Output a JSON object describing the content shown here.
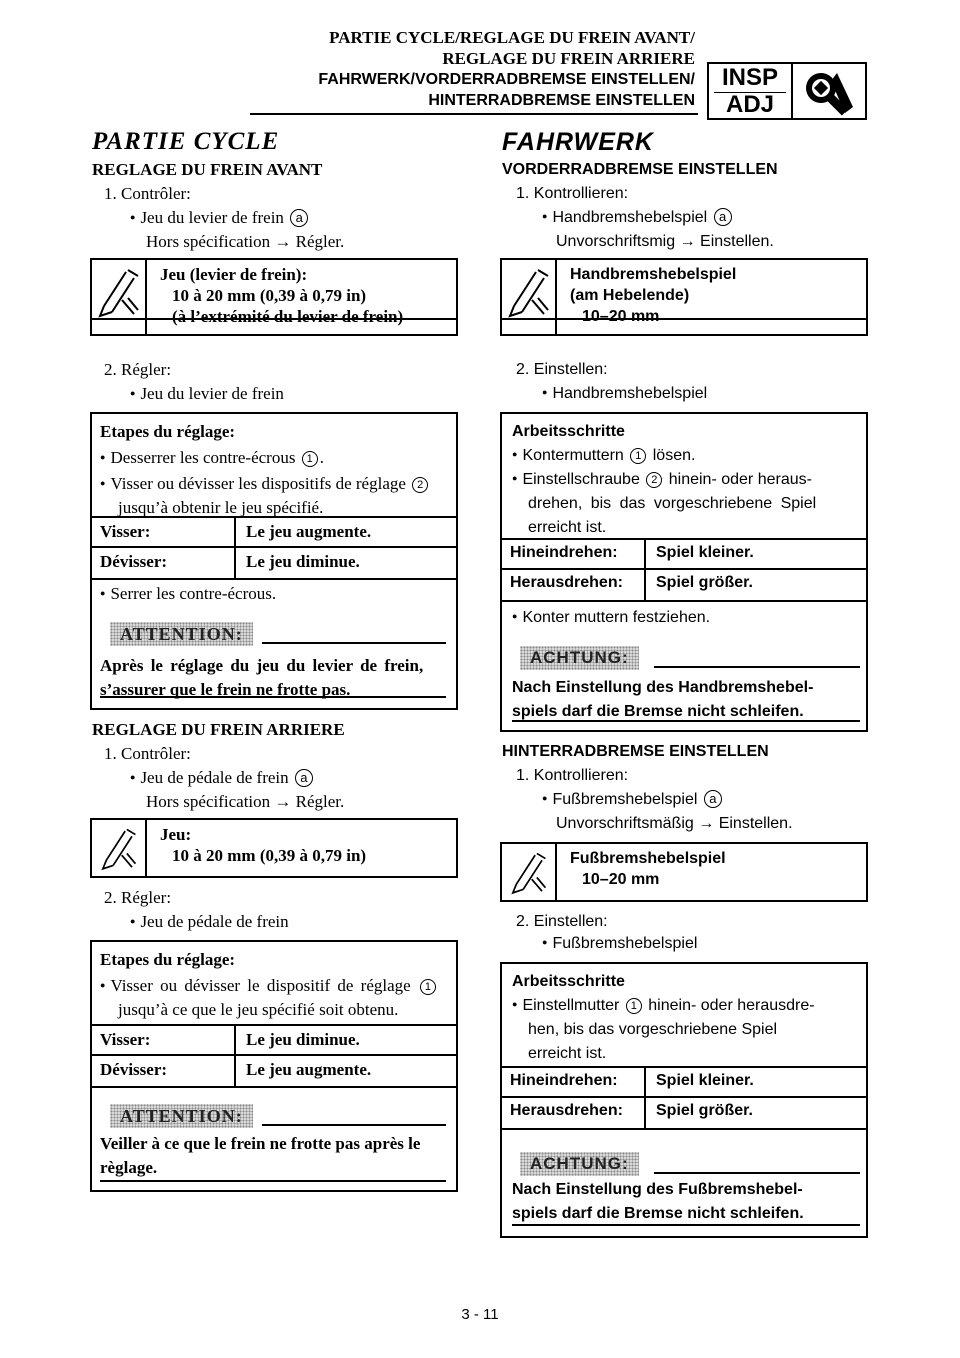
{
  "header": {
    "line1": "PARTIE CYCLE/REGLAGE DU FREIN AVANT/",
    "line2": "REGLAGE DU FREIN ARRIERE",
    "line3": "FAHRWERK/VORDERRADBREMSE EINSTELLEN/",
    "line4": "HINTERRADBREMSE EINSTELLEN",
    "badge_top": "INSP",
    "badge_bottom": "ADJ",
    "badge_icon": "wrench-magnifier-icon"
  },
  "fr": {
    "title": "PARTIE CYCLE",
    "front": {
      "heading": "REGLAGE DU FREIN AVANT",
      "step1": "1. Contrôler:",
      "check_item": "Jeu du levier de frein",
      "marker_a": "a",
      "check_result": "Hors spécification → Régler.",
      "spec_l1": "Jeu (levier de frein):",
      "spec_l2": "10 à 20 mm (0,39 à 0,79 in)",
      "spec_l3": "(à l’extrémité du levier de frein)",
      "step2": "2. Régler:",
      "adjust_item": "Jeu du levier de frein",
      "proc_title": "Etapes du réglage:",
      "proc1": "Desserrer les contre-écrous",
      "proc1_num": "1",
      "proc2": "Visser ou dévisser les dispositifs de réglage",
      "proc2_num": "2",
      "proc2b": "jusqu’à obtenir le jeu spécifié.",
      "row1_a": "Visser:",
      "row1_b": "Le jeu augmente.",
      "row2_a": "Dévisser:",
      "row2_b": "Le jeu diminue.",
      "proc3": "Serrer les contre-écrous.",
      "caution_label": "ATTENTION:",
      "caution_l1": "Après le réglage du jeu du levier de frein,",
      "caution_l2": "s’assurer que le frein ne frotte pas."
    },
    "rear": {
      "heading": "REGLAGE DU FREIN ARRIERE",
      "step1": "1. Contrôler:",
      "check_item": "Jeu de pédale de frein",
      "marker_a": "a",
      "check_result": "Hors spécification → Régler.",
      "spec_l1": "Jeu:",
      "spec_l2": "10 à 20 mm (0,39 à 0,79 in)",
      "step2": "2. Régler:",
      "adjust_item": "Jeu de pédale de frein",
      "proc_title": "Etapes du réglage:",
      "proc1": "Visser ou dévisser le dispositif de réglage",
      "proc1_num": "1",
      "proc1b": "jusqu’à ce que le jeu spécifié soit obtenu.",
      "row1_a": "Visser:",
      "row1_b": "Le jeu diminue.",
      "row2_a": "Dévisser:",
      "row2_b": "Le jeu augmente.",
      "caution_label": "ATTENTION:",
      "caution_l1": "Veiller à ce que le frein ne frotte pas après le",
      "caution_l2": "règlage."
    }
  },
  "de": {
    "title": "FAHRWERK",
    "front": {
      "heading": "VORDERRADBREMSE EINSTELLEN",
      "step1": "1. Kontrollieren:",
      "check_item": "Handbremshebelspiel",
      "marker_a": "a",
      "check_result": "Unvorschriftsmig → Einstellen.",
      "spec_l1": "Handbremshebelspiel",
      "spec_l2": "(am Hebelende)",
      "spec_l3": "10–20 mm",
      "step2": "2. Einstellen:",
      "adjust_item": "Handbremshebelspiel",
      "proc_title": "Arbeitsschritte",
      "proc1": "Kontermuttern",
      "proc1_num": "1",
      "proc1_end": "lösen.",
      "proc2": "Einstellschraube",
      "proc2_num": "2",
      "proc2_end": "hinein- oder heraus-",
      "proc2b": "drehen, bis das vorgeschriebene Spiel",
      "proc2c": "erreicht ist.",
      "row1_a": "Hineindrehen:",
      "row1_b": "Spiel kleiner.",
      "row2_a": "Herausdrehen:",
      "row2_b": "Spiel größer.",
      "proc3": "Konter muttern festziehen.",
      "caution_label": "ACHTUNG:",
      "caution_l1": "Nach Einstellung des Handbremshebel-",
      "caution_l2": "spiels darf die Bremse nicht schleifen."
    },
    "rear": {
      "heading": "HINTERRADBREMSE EINSTELLEN",
      "step1": "1. Kontrollieren:",
      "check_item": "Fußbremshebelspiel",
      "marker_a": "a",
      "check_result": "Unvorschriftsmäßig → Einstellen.",
      "spec_l1": "Fußbremshebelspiel",
      "spec_l2": "10–20 mm",
      "step2": "2. Einstellen:",
      "adjust_item": "Fußbremshebelspiel",
      "proc_title": "Arbeitsschritte",
      "proc1": "Einstellmutter",
      "proc1_num": "1",
      "proc1_end": "hinein- oder herausdre-",
      "proc1b": "hen, bis das vorgeschriebene Spiel",
      "proc1c": "erreicht ist.",
      "row1_a": "Hineindrehen:",
      "row1_b": "Spiel kleiner.",
      "row2_a": "Herausdrehen:",
      "row2_b": "Spiel größer.",
      "caution_label": "ACHTUNG:",
      "caution_l1": "Nach Einstellung des Fußbremshebel-",
      "caution_l2": "spiels darf die Bremse nicht schleifen."
    }
  },
  "page_number": "3 - 11"
}
